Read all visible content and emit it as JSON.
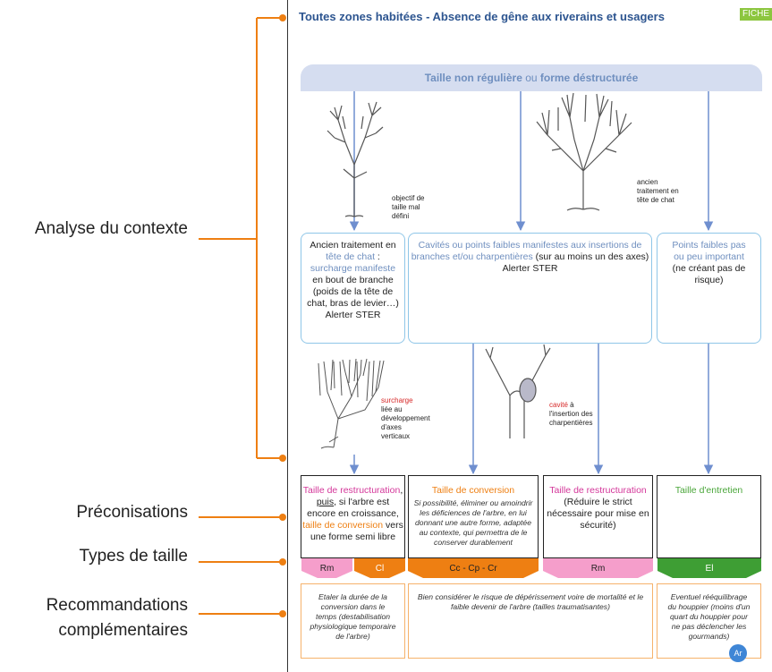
{
  "header": {
    "title": "Toutes zones habitées - Absence de gêne aux riverains et usagers",
    "fiche": "FICHE VI"
  },
  "left_labels": {
    "analyse": "Analyse du contexte",
    "preconisations": "Préconisations",
    "types": "Types de taille",
    "recommandations_1": "Recommandations",
    "recommandations_2": "complémentaires"
  },
  "top_banner": {
    "part1": "Taille non régulière",
    "part2": " ou ",
    "part3": "forme déstructurée"
  },
  "tree_captions": {
    "t1_l1": "objectif de",
    "t1_l2": "taille mal",
    "t1_l3": "défini",
    "t2_l1": "ancien",
    "t2_l2": "traitement en",
    "t2_l3": "tête de chat",
    "t3_red": "surcharge",
    "t3_l2": "liée au",
    "t3_l3": "développement",
    "t3_l4": "d'axes",
    "t3_l5": "verticaux",
    "t4_red": "cavité",
    "t4_after": " à",
    "t4_l2": "l'insertion des",
    "t4_l3": "charpentières"
  },
  "context_boxes": {
    "b1_l1": "Ancien traitement en",
    "b1_l2a": "tête de chat",
    "b1_l2b": " :",
    "b1_l3": "surcharge manifeste",
    "b1_l4": "en bout de branche",
    "b1_l5": "(poids de la tête de",
    "b1_l6": "chat, bras de levier…)",
    "b1_l7": "Alerter STER",
    "b2_l1": "Cavités ou points faibles manifestes aux insertions de",
    "b2_l2a": "branches et/ou charpentières",
    "b2_l2b": " (sur au moins  un des axes)",
    "b2_l3": "Alerter STER",
    "b3_l1": "Points faibles pas",
    "b3_l2": "ou peu important",
    "b3_l3": "(ne créant pas de",
    "b3_l4": "risque)"
  },
  "preconisations": {
    "p1_l1a": "Taille de restructuration",
    "p1_l1b": ",",
    "p1_l2a": "puis",
    "p1_l2b": ", si l'arbre est",
    "p1_l3": "encore en croissance,",
    "p1_l4a": "taille de conversion",
    "p1_l4b": " vers",
    "p1_l5": "une forme semi libre",
    "p2_title": "Taille de conversion",
    "p2_l1": "Si possibilité, éliminer ou amoindrir",
    "p2_l2": "les déficiences de l'arbre, en lui",
    "p2_l3": "donnant une autre forme, adaptée",
    "p2_l4": "au contexte, qui permettra de le",
    "p2_l5": "conserver durablement",
    "p3_title": "Taille de restructuration",
    "p3_l1": "(Réduire le strict",
    "p3_l2": "nécessaire pour mise en",
    "p3_l3": "sécurité)",
    "p4_title": "Taille d'entretien"
  },
  "types": {
    "rm1": "Rm",
    "cl": "Cl",
    "cc": "Cc - Cp - Cr",
    "rm2": "Rm",
    "el": "El"
  },
  "recommandations": {
    "r1_l1": "Etaler la durée de la",
    "r1_l2": "conversion dans le",
    "r1_l3": "temps (destabilisation",
    "r1_l4": "physiologique temporaire",
    "r1_l5": "de l'arbre)",
    "r2_l1": "Bien considérer le risque de dépérissement voire de mortalité et le",
    "r2_l2": "faible devenir de l'arbre (tailles traumatisantes)",
    "r3_l1": "Eventuel rééquilibrage",
    "r3_l2": "du houppier (moins d'un",
    "r3_l3": "quart du houppier pour",
    "r3_l4": "ne pas déclencher les",
    "r3_l5": "gourmands)",
    "badge": "Ar"
  },
  "colors": {
    "orange": "#ee7f12",
    "blue_arrow": "#6f8fcf",
    "pink": "#d4379a",
    "pink_tag": "#f59ecb",
    "green": "#4aa63a",
    "green_tag": "#3e9e34",
    "banner": "#d5ddf0",
    "fiche_bg": "#8cc63f"
  }
}
